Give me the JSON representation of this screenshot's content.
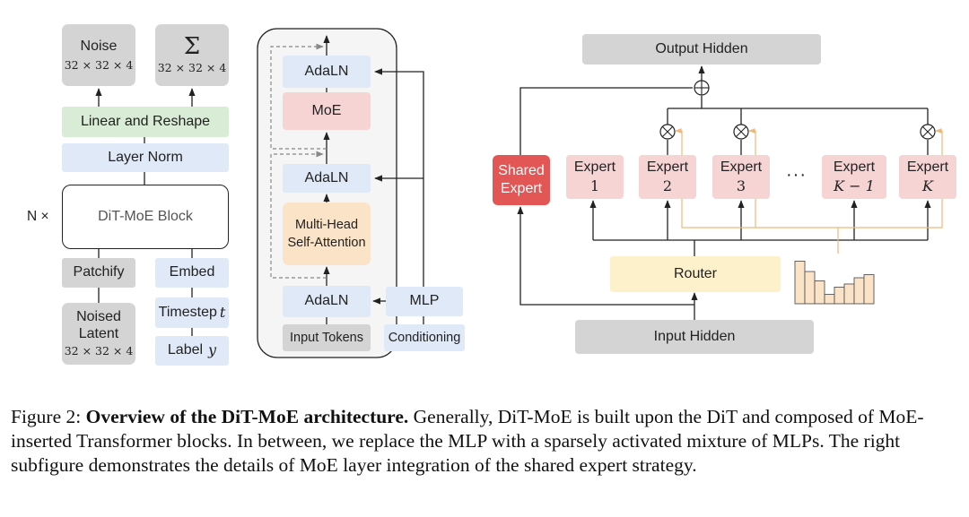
{
  "left": {
    "noise_label": "Noise",
    "noise_dim": "32 × 32 × 4",
    "sigma_label": "Σ",
    "sigma_dim": "32 × 32 × 4",
    "linear_reshape": "Linear and Reshape",
    "layer_norm": "Layer Norm",
    "block_label": "DiT-MoE Block",
    "n_times": "N ×",
    "patchify": "Patchify",
    "embed": "Embed",
    "noised_latent_line1": "Noised",
    "noised_latent_line2": "Latent",
    "noised_dim": "32 × 32 × 4",
    "timestep_label": "Timestep",
    "timestep_var": "t",
    "label_label": "Label",
    "label_var": "y"
  },
  "middle": {
    "adaln_top": "AdaLN",
    "moe": "MoE",
    "adaln_mid": "AdaLN",
    "mhsa_line1": "Multi-Head",
    "mhsa_line2": "Self-Attention",
    "adaln_bottom": "AdaLN",
    "mlp": "MLP",
    "input_tokens": "Input Tokens",
    "conditioning": "Conditioning"
  },
  "right": {
    "output_hidden": "Output Hidden",
    "shared_expert_line1": "Shared",
    "shared_expert_line2": "Expert",
    "expert_word": "Expert",
    "experts": [
      "1",
      "2",
      "3",
      "K − 1",
      "K"
    ],
    "ellipsis": "···",
    "router": "Router",
    "input_hidden": "Input Hidden",
    "router_histogram": [
      0.82,
      0.62,
      0.44,
      0.18,
      0.32,
      0.38,
      0.5,
      0.56
    ]
  },
  "caption": {
    "prefix": "Figure 2: ",
    "bold": "Overview of the DiT-MoE architecture.",
    "rest": " Generally, DiT-MoE is built upon the DiT and composed of MoE-inserted Transformer blocks. In between, we replace the MLP with a sparsely activated mixture of MLPs. The right subfigure demonstrates the details of MoE layer integration of the shared expert strategy."
  },
  "colors": {
    "gray": "#d4d4d4",
    "green": "#d9ecd6",
    "blue": "#dfe9f7",
    "pink": "#f7d4d4",
    "peach": "#fbe3c7",
    "yellow": "#fdf1cc",
    "red": "#e25656",
    "orange_line": "#f0b878"
  }
}
